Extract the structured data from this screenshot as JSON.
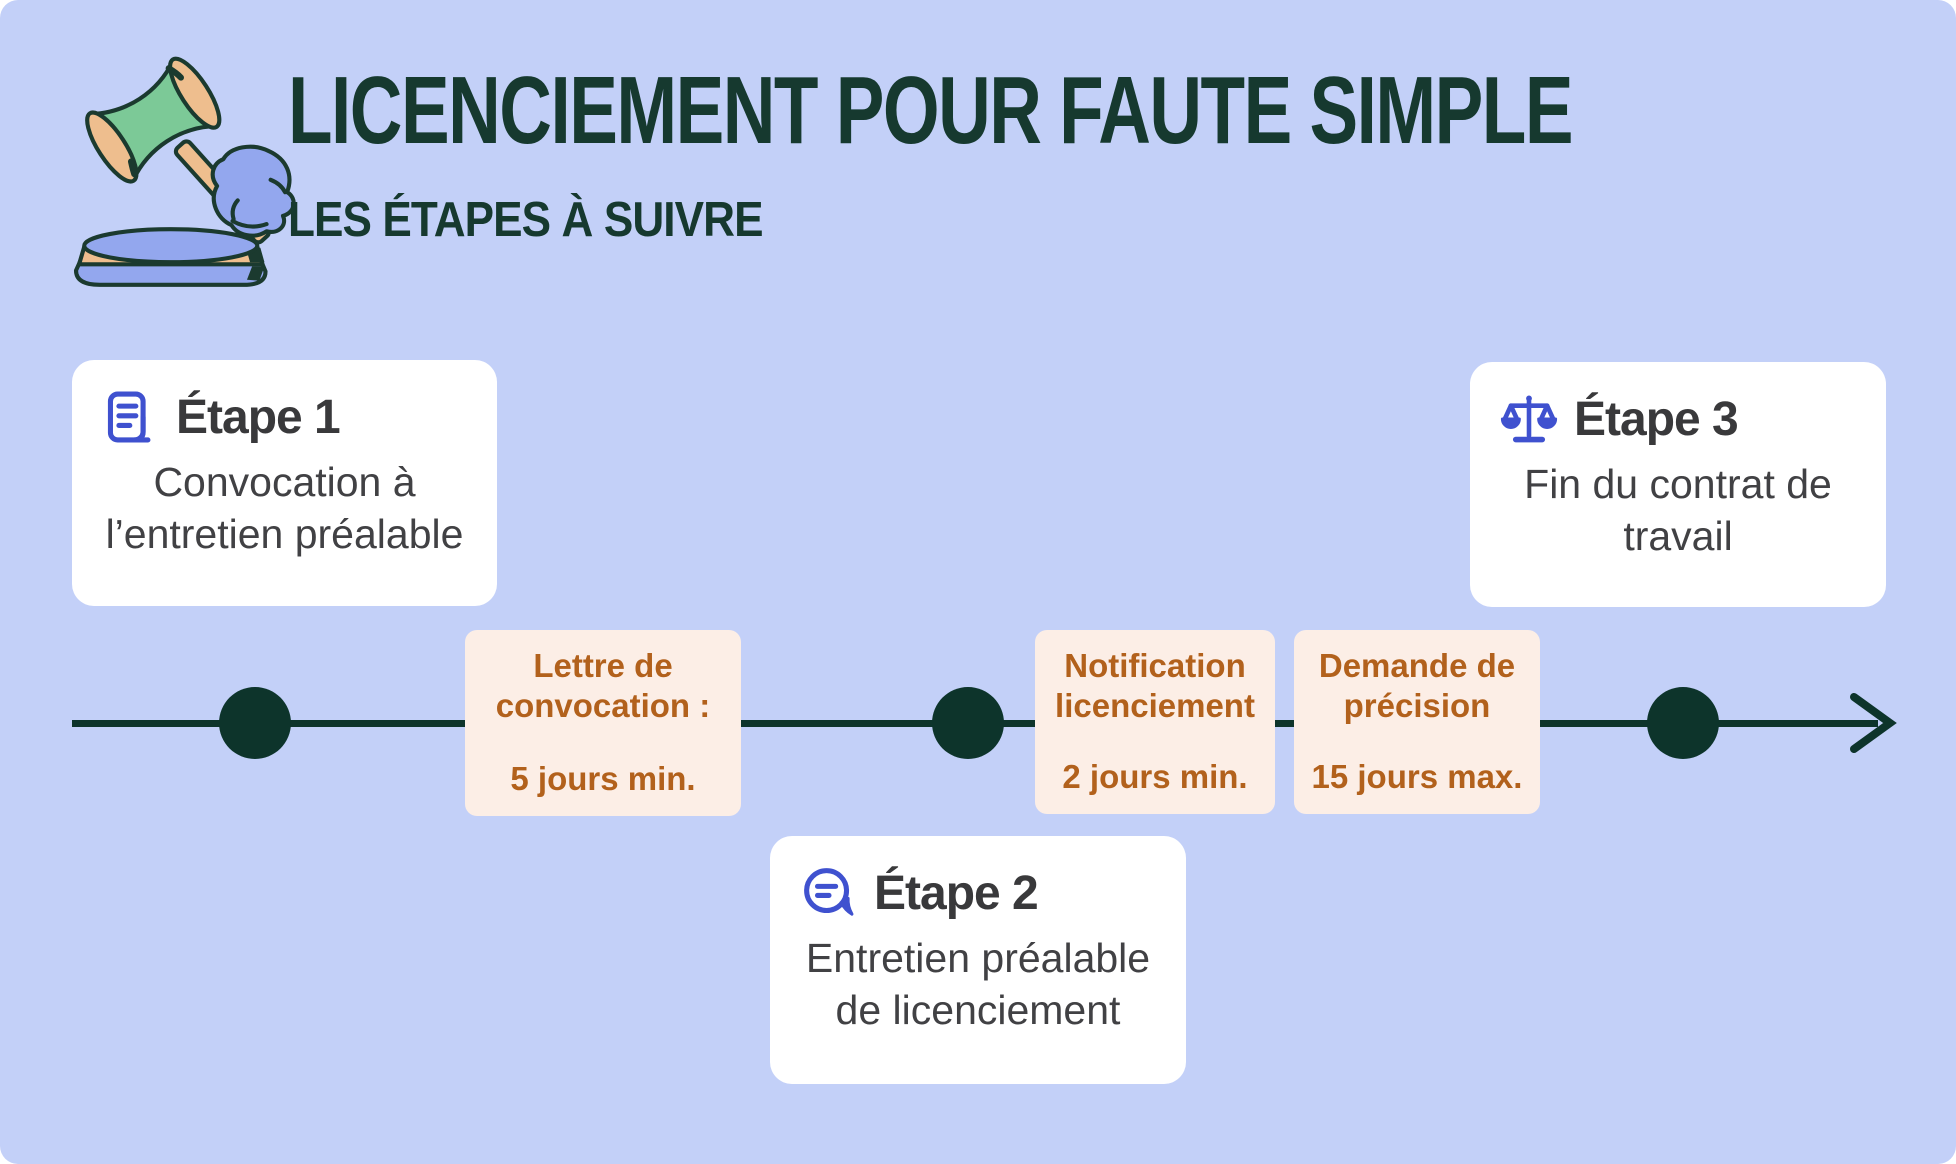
{
  "theme": {
    "bg": "#c3d0f8",
    "ink": "#16392f",
    "line": "#0d342b",
    "card-bg": "#ffffff",
    "card-title": "#39393b",
    "card-text": "#414144",
    "label-bg": "#fceee6",
    "label-text": "#b2611c",
    "icon": "#3f51cf"
  },
  "header": {
    "title": "LICENCIEMENT POUR FAUTE SIMPLE",
    "subtitle": "LES ÉTAPES À SUIVRE",
    "logo": "gavel-illustration"
  },
  "steps": [
    {
      "icon": "document-lines-icon",
      "label": "Étape 1",
      "desc": [
        "Convocation à",
        "l’entretien préalable"
      ]
    },
    {
      "icon": "chat-bubble-icon",
      "label": "Étape 2",
      "desc": [
        "Entretien préalable",
        "de licenciement"
      ]
    },
    {
      "icon": "scales-icon",
      "label": "Étape 3",
      "desc": [
        "Fin du contrat de",
        "travail"
      ]
    }
  ],
  "timeline": {
    "intervals": [
      {
        "lines": [
          "Lettre de",
          "convocation :"
        ],
        "duration": "5 jours min."
      },
      {
        "lines": [
          "Notification",
          "licenciement"
        ],
        "duration": "2 jours min."
      },
      {
        "lines": [
          "Demande de",
          "précision"
        ],
        "duration": "15 jours max."
      }
    ]
  }
}
